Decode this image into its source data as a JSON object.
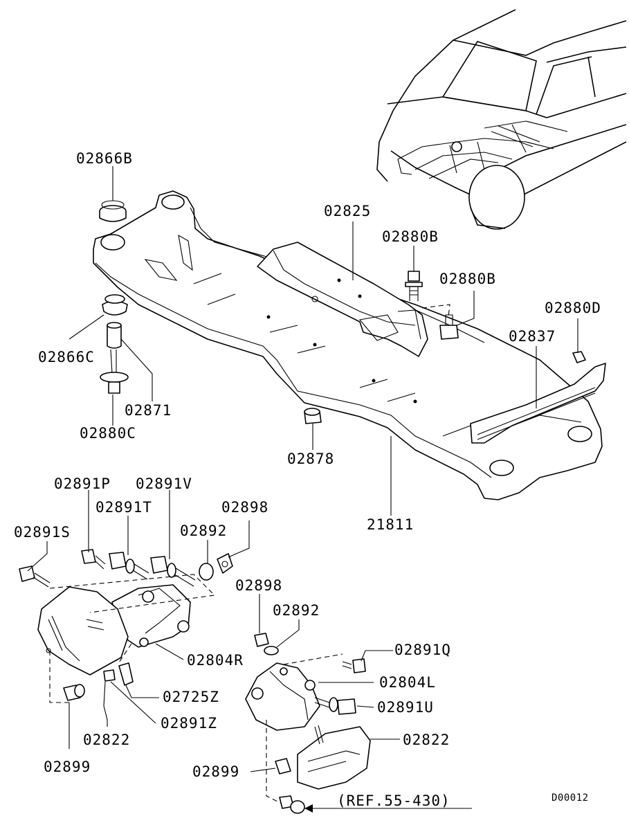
{
  "diagram": {
    "doc_code": "D00012",
    "reference": "(REF.55-430)",
    "labels": {
      "p02866B": "02866B",
      "p02866C": "02866C",
      "p02871": "02871",
      "p02880C": "02880C",
      "p02825": "02825",
      "p02880B_a": "02880B",
      "p02880B_b": "02880B",
      "p02880D": "02880D",
      "p02837": "02837",
      "p02878": "02878",
      "p21811": "21811",
      "p02891P": "02891P",
      "p02891V": "02891V",
      "p02891T": "02891T",
      "p02898_a": "02898",
      "p02892_a": "02892",
      "p02891S": "02891S",
      "p02898_b": "02898",
      "p02892_b": "02892",
      "p02804R": "02804R",
      "p02891Q": "02891Q",
      "p02804L": "02804L",
      "p02725Z": "02725Z",
      "p02891U": "02891U",
      "p02822_a": "02822",
      "p02891Z": "02891Z",
      "p02822_b": "02822",
      "p02899_a": "02899",
      "p02899_b": "02899"
    }
  }
}
